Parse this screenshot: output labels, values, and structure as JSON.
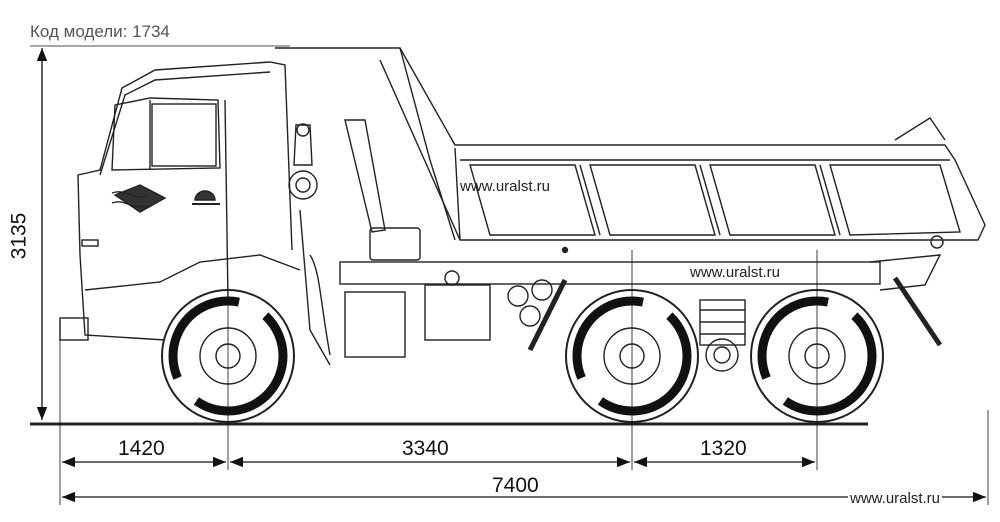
{
  "header": {
    "model_code": "Код модели: 1734"
  },
  "dimensions": {
    "height": "3135",
    "front_overhang": "1420",
    "wheelbase_front": "3340",
    "wheelbase_rear": "1320",
    "total_length": "7400"
  },
  "watermarks": {
    "body": "www.uralst.ru",
    "frame": "www.uralst.ru",
    "corner": "www.uralst.ru"
  }
}
